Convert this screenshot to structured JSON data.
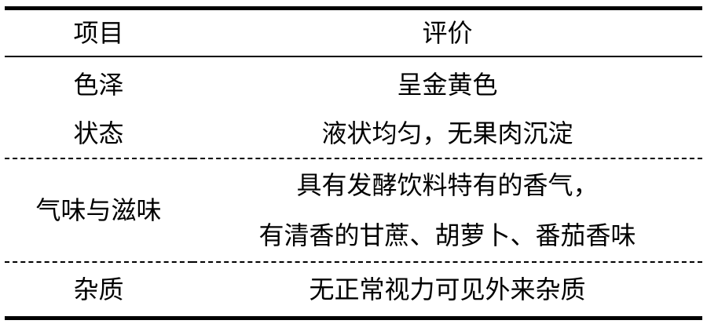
{
  "table": {
    "headers": {
      "item": "项目",
      "evaluation": "评价"
    },
    "rows": [
      {
        "item": "色泽",
        "evaluation": [
          "呈金黄色"
        ]
      },
      {
        "item": "状态",
        "evaluation": [
          "液状均匀，无果肉沉淀"
        ]
      },
      {
        "item": "气味与滋味",
        "evaluation": [
          "具有发酵饮料特有的香气，",
          "有清香的甘蔗、胡萝卜、番茄香味"
        ]
      },
      {
        "item": "杂质",
        "evaluation": [
          "无正常视力可见外来杂质"
        ]
      }
    ]
  },
  "colors": {
    "text": "#000000",
    "rule": "#000000",
    "background": "#ffffff"
  }
}
